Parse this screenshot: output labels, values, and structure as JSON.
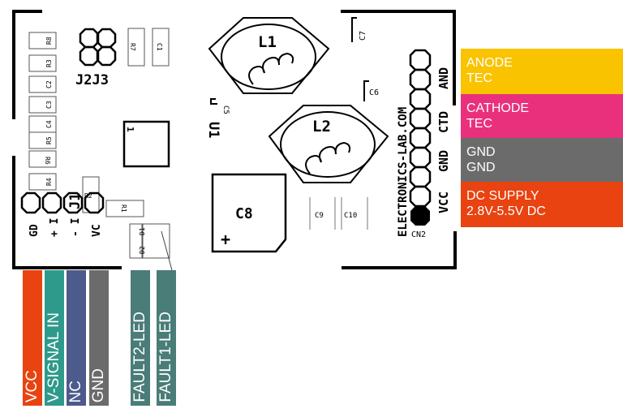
{
  "colors": {
    "anode": "#F9C300",
    "cathode": "#E8307D",
    "gnd": "#6B6B6B",
    "dc_supply": "#E84310",
    "vcc": "#E84310",
    "v_signal": "#2E9A8B",
    "nc": "#4C5A8C",
    "fault": "#4A7C78"
  },
  "board": {
    "designators": {
      "r8": "R8",
      "r3": "R3",
      "c2": "C2",
      "c3": "C3",
      "c4": "C4",
      "r5": "R5",
      "r6": "R6",
      "r4": "R4",
      "r7": "R7",
      "c1": "C1",
      "r2": "R2",
      "r1": "R1",
      "d1": "D1",
      "d2": "D2",
      "j2j3": "J2J3",
      "j1": "J1",
      "u1": "U1",
      "pin1": "1",
      "l1": "L1",
      "l2": "L2",
      "c5": "C5",
      "c6": "C6",
      "c7": "C7",
      "c8": "C8",
      "c8_plus": "+",
      "c9": "C9",
      "c10": "C10",
      "cn2": "CN2"
    },
    "j1_pins": {
      "gd": "GD",
      "plus_i": "+ I",
      "minus_i": "- I",
      "vc": "VC"
    },
    "cn2_pins": {
      "vcc": "VCC",
      "gnd": "GND",
      "ctd": "CTD",
      "and": "AND"
    },
    "website": "ELECTRONICS-LAB.COM"
  },
  "legend": {
    "anode": {
      "line1": "ANODE",
      "line2": "TEC"
    },
    "cathode": {
      "line1": "CATHODE",
      "line2": "TEC"
    },
    "gnd": {
      "line1": "GND",
      "line2": "GND"
    },
    "dc_supply": {
      "line1": "DC SUPPLY",
      "line2": "2.8V-5.5V DC"
    }
  },
  "bottom_labels": {
    "vcc": "VCC",
    "v_signal": "V-SIGNAL IN",
    "nc": "NC",
    "gnd": "GND",
    "fault2": "FAULT2-LED",
    "fault1": "FAULT1-LED"
  }
}
